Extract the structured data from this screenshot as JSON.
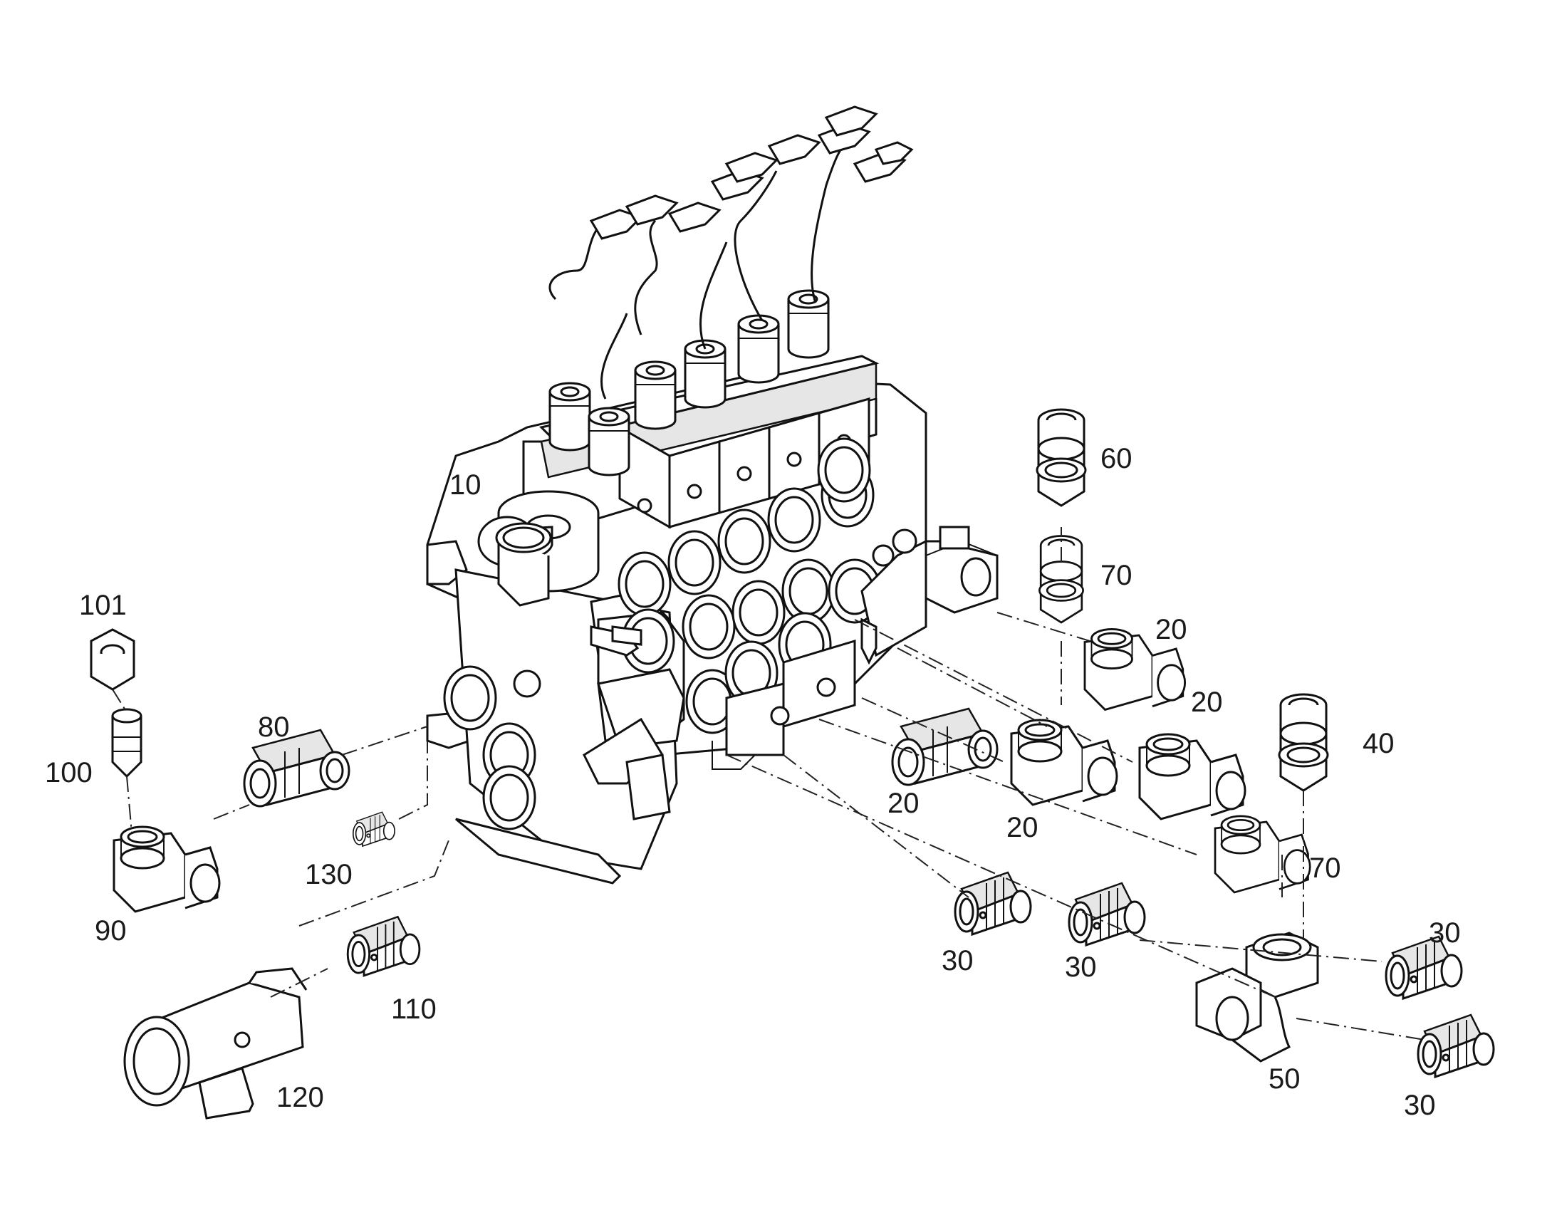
{
  "diagram": {
    "part_labels": {
      "p10": "10",
      "p101": "101",
      "p100": "100",
      "p80": "80",
      "p130": "130",
      "p90": "90",
      "p110": "110",
      "p120": "120",
      "p60": "60",
      "p70_top": "70",
      "p20_a": "20",
      "p20_b": "20",
      "p20_c": "20",
      "p20_d": "20",
      "p40": "40",
      "p70_right": "70",
      "p30_a": "30",
      "p30_b": "30",
      "p30_c": "30",
      "p30_d": "30",
      "p50": "50"
    }
  }
}
